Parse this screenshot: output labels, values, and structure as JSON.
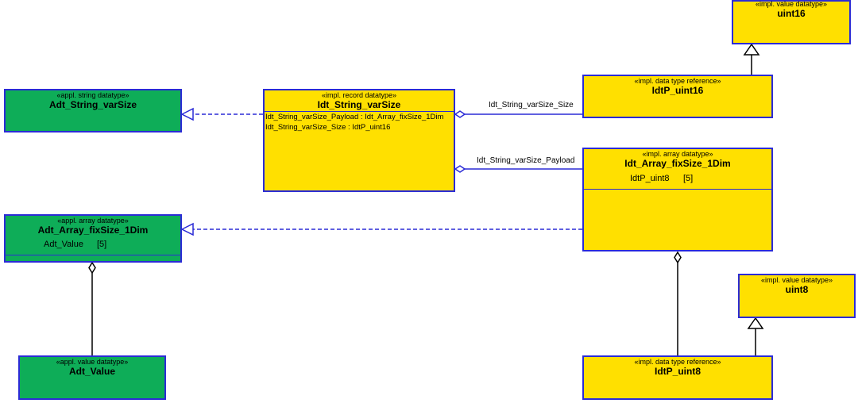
{
  "boxes": {
    "uint16": {
      "stereotype": "«impl. value datatype»",
      "name": "uint16"
    },
    "adt_string": {
      "stereotype": "«appl. string datatype»",
      "name": "Adt_String_varSize"
    },
    "idt_string": {
      "stereotype": "«impl. record datatype»",
      "name": "Idt_String_varSize",
      "attributes": [
        "Idt_String_varSize_Payload : Idt_Array_fixSize_1Dim",
        "Idt_String_varSize_Size : IdtP_uint16"
      ]
    },
    "idtp_uint16": {
      "stereotype": "«impl. data type reference»",
      "name": "IdtP_uint16"
    },
    "idt_array": {
      "stereotype": "«impl. array datatype»",
      "name": "Idt_Array_fixSize_1Dim",
      "element": "IdtP_uint8",
      "multiplicity": "[5]"
    },
    "adt_array": {
      "stereotype": "«appl. array datatype»",
      "name": "Adt_Array_fixSize_1Dim",
      "element": "Adt_Value",
      "multiplicity": "[5]"
    },
    "uint8": {
      "stereotype": "«impl. value datatype»",
      "name": "uint8"
    },
    "adt_value": {
      "stereotype": "«appl. value datatype»",
      "name": "Adt_Value"
    },
    "idtp_uint8": {
      "stereotype": "«impl. data type reference»",
      "name": "IdtP_uint8"
    }
  },
  "edges": {
    "size_label": "Idt_String_varSize_Size",
    "payload_label": "Idt_String_varSize_Payload"
  },
  "colors": {
    "impl_fill": "#ffe000",
    "appl_fill": "#0ead58",
    "border": "#2b2bd6",
    "line": "#2b2bd6"
  }
}
